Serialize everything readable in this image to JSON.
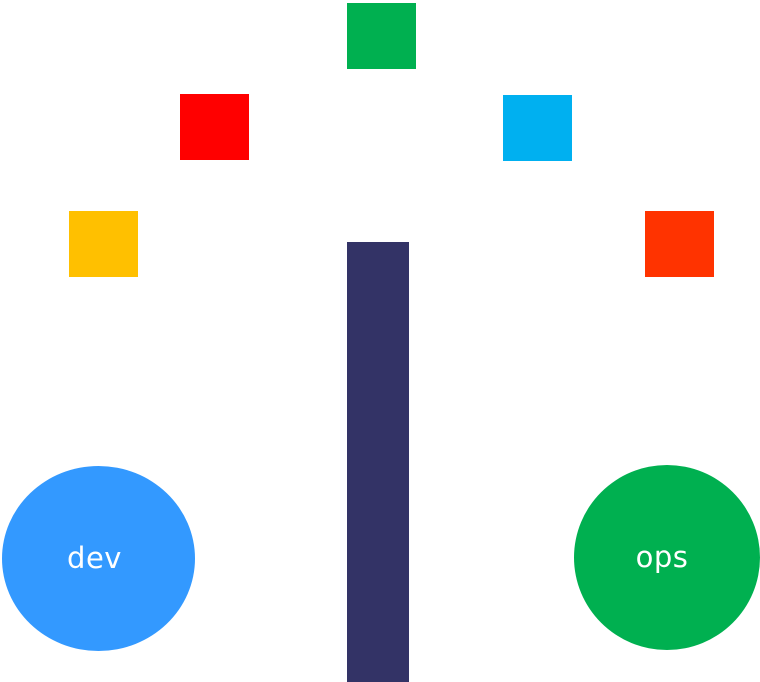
{
  "diagram": {
    "blocks": [
      {
        "id": "yellow",
        "color": "#ffc000"
      },
      {
        "id": "red",
        "color": "#ff0000"
      },
      {
        "id": "green",
        "color": "#00b050"
      },
      {
        "id": "blue",
        "color": "#00b0f0"
      },
      {
        "id": "orange",
        "color": "#ff3300"
      }
    ],
    "pole": {
      "color": "#333366"
    },
    "nodes": {
      "dev": {
        "label": "dev",
        "color": "#3399ff"
      },
      "ops": {
        "label": "ops",
        "color": "#00b050"
      }
    }
  }
}
